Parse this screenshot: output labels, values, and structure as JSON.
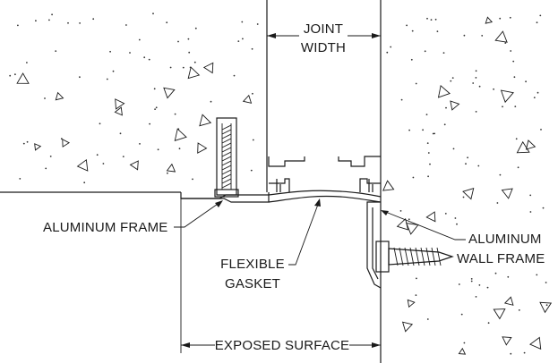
{
  "labels": {
    "joint_width_line1": "JOINT",
    "joint_width_line2": "WIDTH",
    "aluminum_frame": "ALUMINUM FRAME",
    "flexible_gasket_line1": "FLEXIBLE",
    "flexible_gasket_line2": "GASKET",
    "aluminum_wall_frame_line1": "ALUMINUM",
    "aluminum_wall_frame_line2": "WALL FRAME",
    "exposed_surface": "EXPOSED SURFACE"
  },
  "colors": {
    "line": "#1a1a1a",
    "background": "#ffffff"
  }
}
